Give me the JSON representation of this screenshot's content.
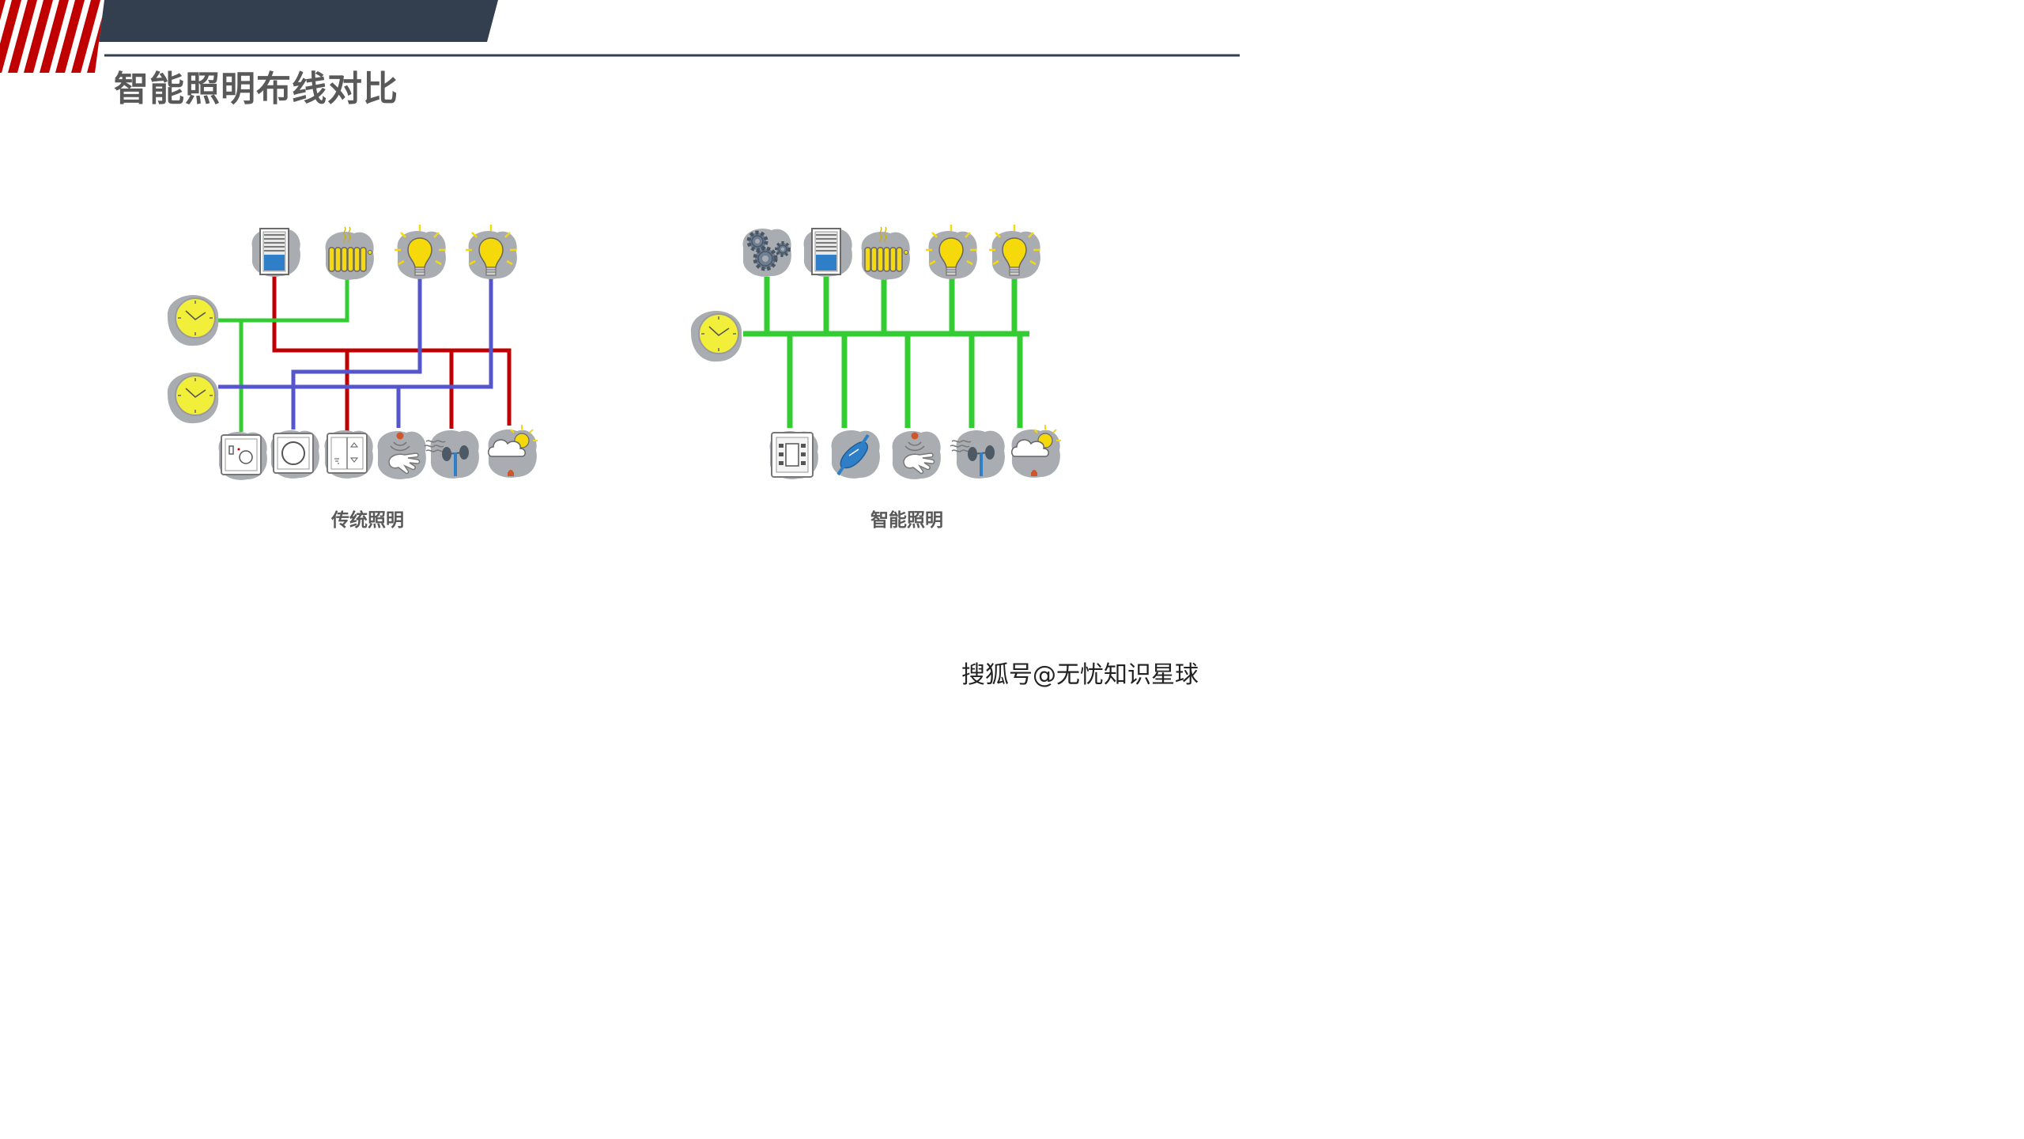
{
  "header": {
    "title": "智能照明布线对比"
  },
  "diagrams": {
    "traditional": {
      "label": "传统照明"
    },
    "smart": {
      "label": "智能照明"
    }
  },
  "watermark": {
    "text": "搜狐号@无忧知识星球"
  },
  "colors": {
    "header_bar": "#333f4f",
    "accent_red": "#c00000",
    "wire_red": "#c00000",
    "wire_green": "#33cc33",
    "wire_blue": "#5555cc",
    "icon_blob": "#a9adb1",
    "clock_yellow": "#f2ef3a",
    "bulb_yellow": "#f5d90a",
    "window_blue": "#2f7fc8"
  },
  "icons": {
    "traditional": {
      "top": [
        "window-blind-icon",
        "radiator-icon",
        "light-bulb-icon",
        "light-bulb-icon"
      ],
      "left": [
        "clock-icon",
        "clock-icon"
      ],
      "bottom": [
        "thermostat-switch-icon",
        "dimmer-switch-icon",
        "blind-switch-icon",
        "presence-sensor-icon",
        "wind-sensor-icon",
        "weather-sensor-icon"
      ]
    },
    "smart": {
      "top": [
        "gears-icon",
        "window-blind-icon",
        "radiator-icon",
        "light-bulb-icon",
        "light-bulb-icon"
      ],
      "left": [
        "clock-icon"
      ],
      "bottom": [
        "control-panel-icon",
        "network-plug-icon",
        "presence-sensor-icon",
        "wind-sensor-icon",
        "weather-sensor-icon"
      ]
    }
  }
}
